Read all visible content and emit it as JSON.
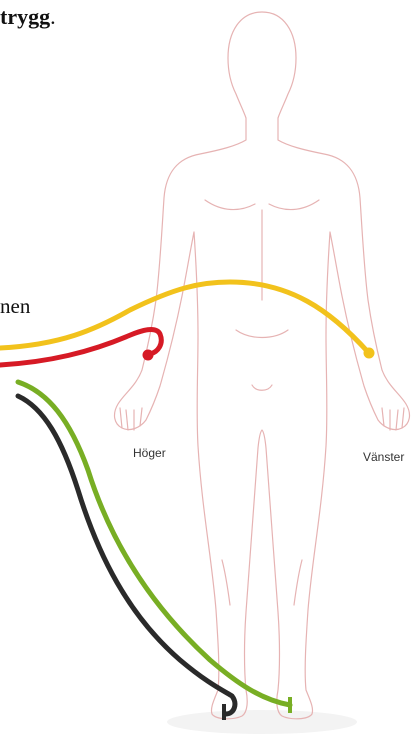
{
  "text_top": {
    "word": "trygg",
    "punct": "."
  },
  "text_side": "nen",
  "labels": {
    "right": "Höger",
    "left": "Vänster"
  },
  "colors": {
    "body_outline": "#e8b8b8",
    "yellow": "#f2c21c",
    "red": "#d61a25",
    "green": "#78ae24",
    "black": "#2a2a2a"
  }
}
